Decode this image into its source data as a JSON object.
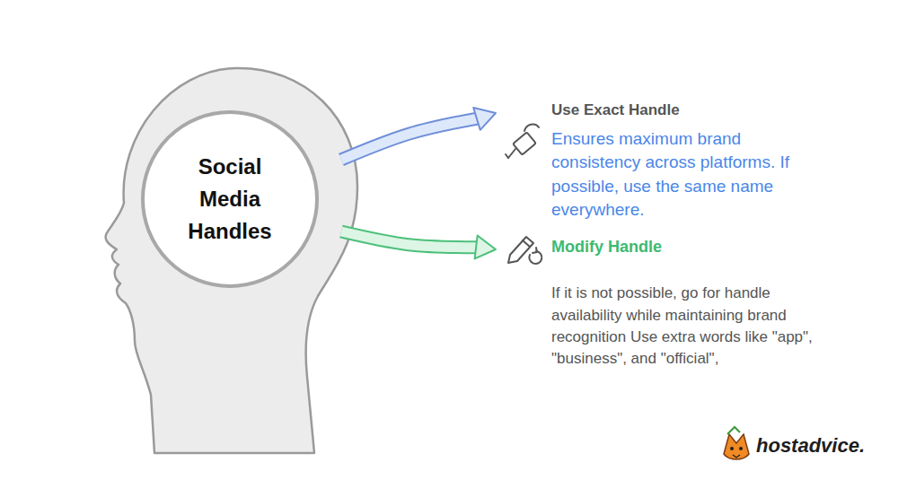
{
  "diagram": {
    "nodes": [
      {
        "text": [
          "Social Media Handles"
        ]
      },
      {
        "text": [
          "Use Exact Handle",
          "Ensures maximum brand consistency across platforms. If possible, use the same name everywhere."
        ]
      },
      {
        "text": [
          "Modify Handle",
          "If it is not possible, go for handle availability while maintaining brand recognition Use extra words like \"app\", \"business\", and \"official\","
        ]
      }
    ],
    "edges": [
      {
        "from": 0,
        "to": 1,
        "arrow": "to"
      },
      {
        "from": 0,
        "to": 2,
        "arrow": "to"
      }
    ],
    "labels": [
      "hostadvice."
    ]
  }
}
